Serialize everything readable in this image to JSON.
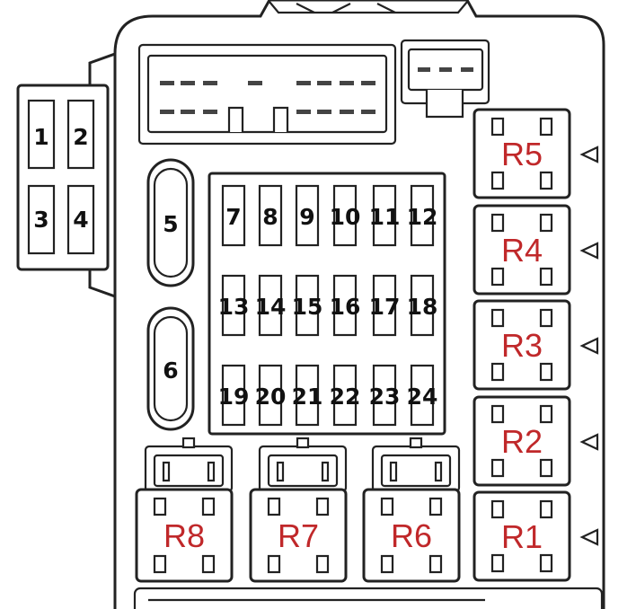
{
  "fuse_box": {
    "small_fuses": [
      "1",
      "2",
      "3",
      "4"
    ],
    "large_fuses": [
      "5",
      "6"
    ],
    "grid_fuses": [
      [
        "7",
        "8",
        "9",
        "10",
        "11",
        "12"
      ],
      [
        "13",
        "14",
        "15",
        "16",
        "17",
        "18"
      ],
      [
        "19",
        "20",
        "21",
        "22",
        "23",
        "24"
      ]
    ],
    "relays_right": [
      "R5",
      "R4",
      "R3",
      "R2",
      "R1"
    ],
    "relays_bottom": [
      "R8",
      "R7",
      "R6"
    ]
  },
  "colors": {
    "relay_label": "#c0282a",
    "line": "#222222",
    "fuse_label": "#111111"
  }
}
